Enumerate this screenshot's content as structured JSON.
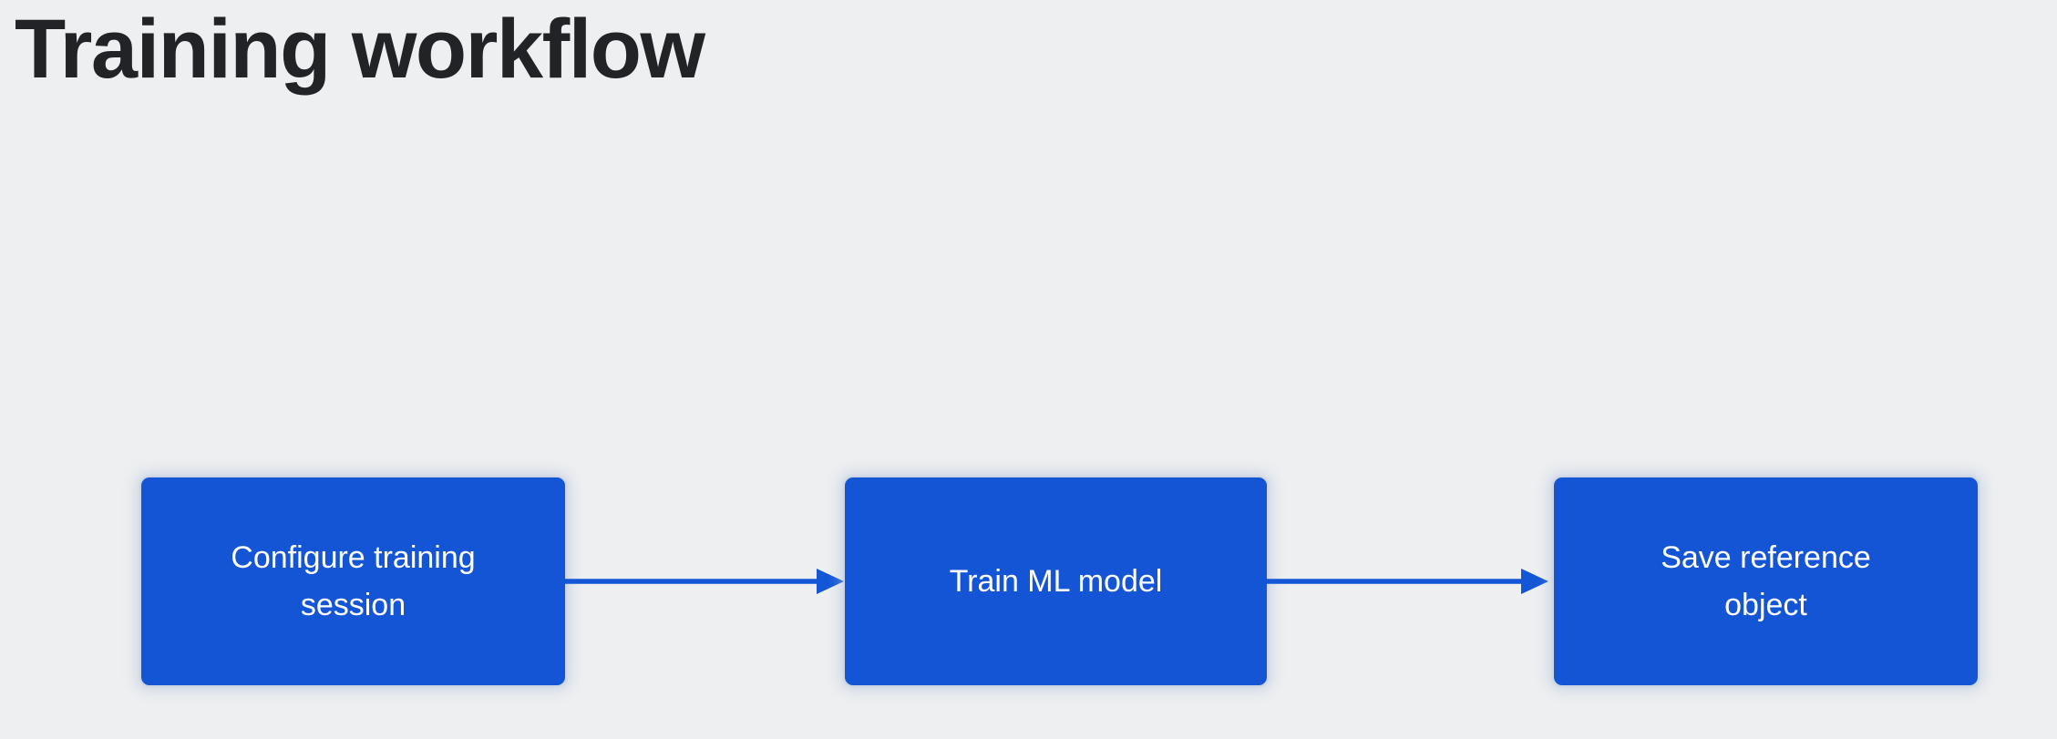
{
  "page": {
    "title": "Training workflow",
    "background_color": "#edeff1",
    "title_color": "#212326"
  },
  "diagram": {
    "type": "flowchart",
    "direction": "left-to-right",
    "node_fill_color": "#1455d6",
    "node_text_color": "#ffffff",
    "edge_color": "#1356d6",
    "nodes": [
      {
        "id": "configure",
        "label": "Configure training\nsession",
        "order": 1
      },
      {
        "id": "train",
        "label": "Train ML model",
        "order": 2
      },
      {
        "id": "save",
        "label": "Save reference\nobject",
        "order": 3
      }
    ],
    "edges": [
      {
        "id": "edge-1",
        "from": "configure",
        "to": "train",
        "arrowhead": "filled-triangle"
      },
      {
        "id": "edge-2",
        "from": "train",
        "to": "save",
        "arrowhead": "filled-triangle"
      }
    ]
  }
}
